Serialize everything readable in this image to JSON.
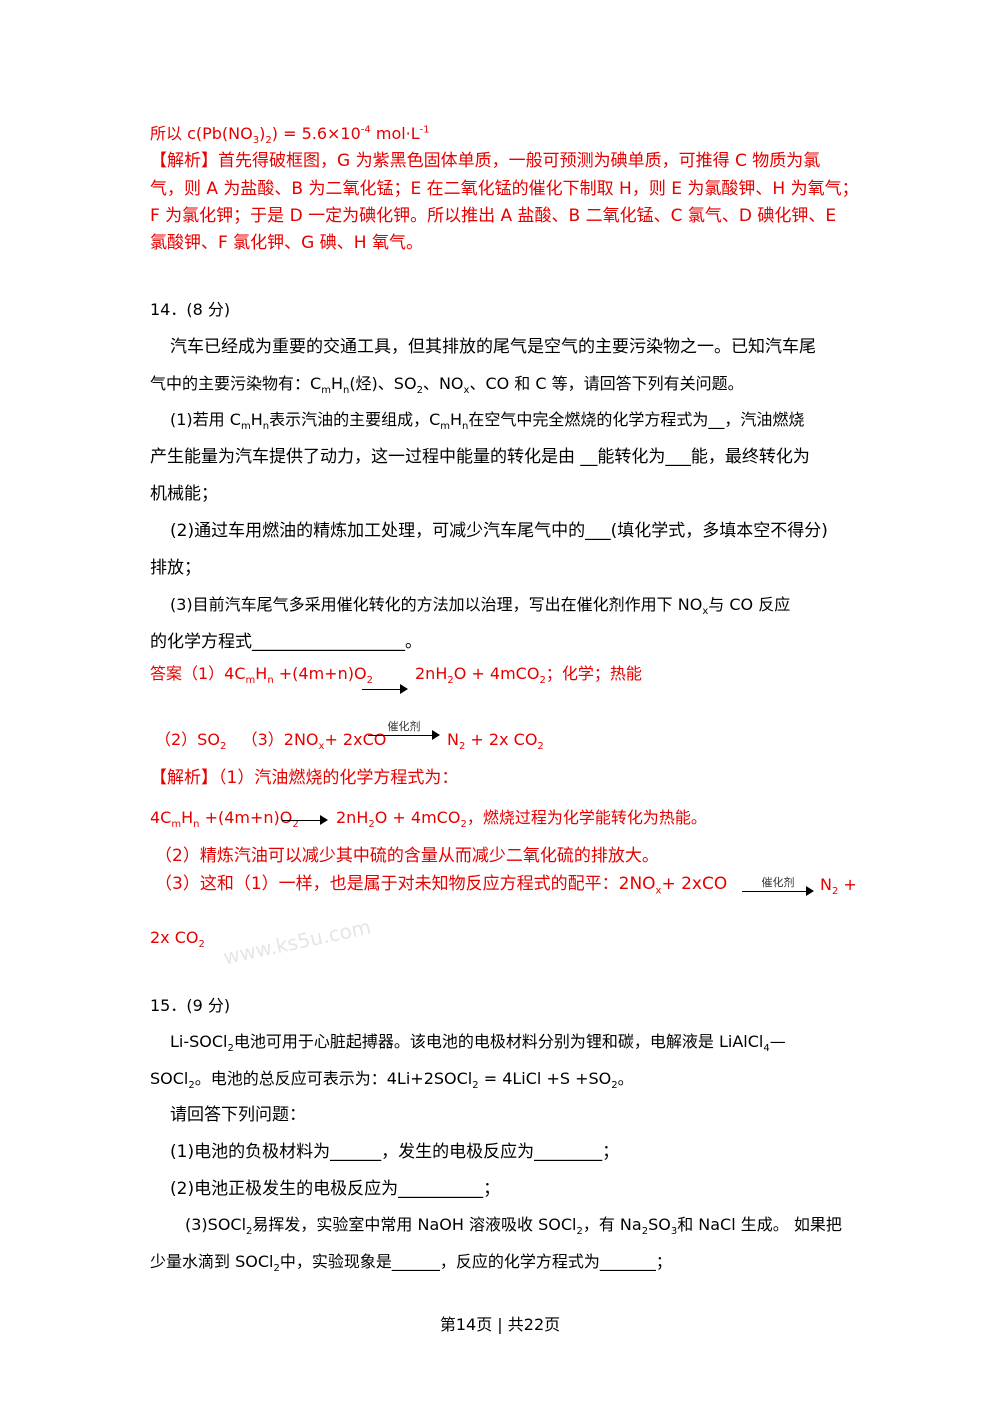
{
  "top": {
    "conc_prefix": "所以 c(Pb(NO",
    "conc_sub1": "3",
    "conc_mid": ")",
    "conc_sub2": "2",
    "conc_close": ") = 5.6×10",
    "conc_sup1": "-4",
    "conc_unit": " mol·L",
    "conc_sup2": "-1",
    "jiexi_1": "【解析】首先得破框图，G 为紫黑色固体单质，一般可预测为碘单质，可推得 C 物质为氯",
    "jiexi_2": "气，则 A 为盐酸、B 为二氧化锰；E 在二氧化锰的催化下制取 H，则 E 为氯酸钾、H 为氧气；",
    "jiexi_3": "F 为氯化钾；于是 D 一定为碘化钾。所以推出 A 盐酸、B 二氧化锰、C 氯气、D 碘化钾、E",
    "jiexi_4": "氯酸钾、F 氯化钾、G 碘、H 氧气。"
  },
  "q14": {
    "number": "14．(8 分)",
    "intro_1": "汽车已经成为重要的交通工具，但其排放的尾气是空气的主要污染物之一。已知汽车尾",
    "intro_2a": "气中的主要污染物有：C",
    "intro_2b": "H",
    "intro_2c": "(烃)、SO",
    "intro_2d": "、NO",
    "intro_2e": "、CO 和 C 等，请回答下列有关问题。",
    "p1_a": "(1)若用 C",
    "p1_b": "H",
    "p1_c": "表示汽油的主要组成，C",
    "p1_d": "H",
    "p1_e": "在空气中完全燃烧的化学方程式为__，汽油燃烧",
    "p1_line2": "产生能量为汽车提供了动力，这一过程中能量的转化是由 __能转化为___能，最终转化为",
    "p1_line3": "机械能；",
    "p2_line1": "(2)通过车用燃油的精炼加工处理，可减少汽车尾气中的___(填化学式，多填本空不得分)",
    "p2_line2": "排放；",
    "p3_a": "(3)目前汽车尾气多采用催化转化的方法加以治理，写出在催化剂作用下 NO",
    "p3_b": "与 CO 反应",
    "p3_line2": "的化学方程式__________________。",
    "ans_label": "答案（1）4C",
    "ans_a": "H",
    "ans_b": " +(4m+n)O",
    "ans_right_a": "2nH",
    "ans_right_b": "O + 4mCO",
    "ans_right_c": "；化学；热能",
    "ans2_a": "（2）SO",
    "ans2_b": "（3）2NO",
    "ans2_c": "+ 2xCO",
    "catalyst": "催化剂",
    "ans2_d": "N",
    "ans2_e": " + 2x CO",
    "jx_head": "【解析】（1）汽油燃烧的化学方程式为：",
    "jx_eq_a": "4C",
    "jx_eq_b": "H",
    "jx_eq_c": " +(4m+n)O",
    "jx_eq_d": "2nH",
    "jx_eq_e": "O + 4mCO",
    "jx_eq_f": "，燃烧过程为化学能转化为热能。",
    "jx_2": "（2）精炼汽油可以减少其中硫的含量从而减少二氧化硫的排放大。",
    "jx_3a": "（3）这和（1）一样，也是属于对未知物反应方程式的配平：2NO",
    "jx_3b": "+ 2xCO",
    "jx_3c": "N",
    "jx_3d": " +",
    "jx_4a": "2x CO",
    "sub_m": "m",
    "sub_n": "n",
    "sub_x": "x",
    "sub_2": "2"
  },
  "watermark": "www.ks5u.com",
  "q15": {
    "number": "15．(9 分)",
    "intro_1a": "Li-SOCl",
    "intro_1b": "电池可用于心脏起搏器。该电池的电极材料分别为锂和碳，电解液是 LiAlCl",
    "intro_1c": "—",
    "intro_2a": "SOCl",
    "intro_2b": "。电池的总反应可表示为：4Li+2SOCl",
    "intro_2c": " = 4LiCl +S +SO",
    "intro_2d": "。",
    "ask": "请回答下列问题：",
    "p1": "(1)电池的负极材料为______，发生的电极反应为________；",
    "p2": "(2)电池正极发生的电极反应为__________；",
    "p3_a": "(3)SOCl",
    "p3_b": "易挥发，实验室中常用 NaOH 溶液吸收 SOCl",
    "p3_c": "，有 Na",
    "p3_d": "SO",
    "p3_e": "和 NaCl 生成。 如果把",
    "p3_line2a": "少量水滴到 SOCl",
    "p3_line2b": "中，实验现象是______，反应的化学方程式为_______；",
    "sub_2": "2",
    "sub_3": "3",
    "sub_4": "4"
  },
  "footer": {
    "page": "第14页 | 共22页"
  }
}
